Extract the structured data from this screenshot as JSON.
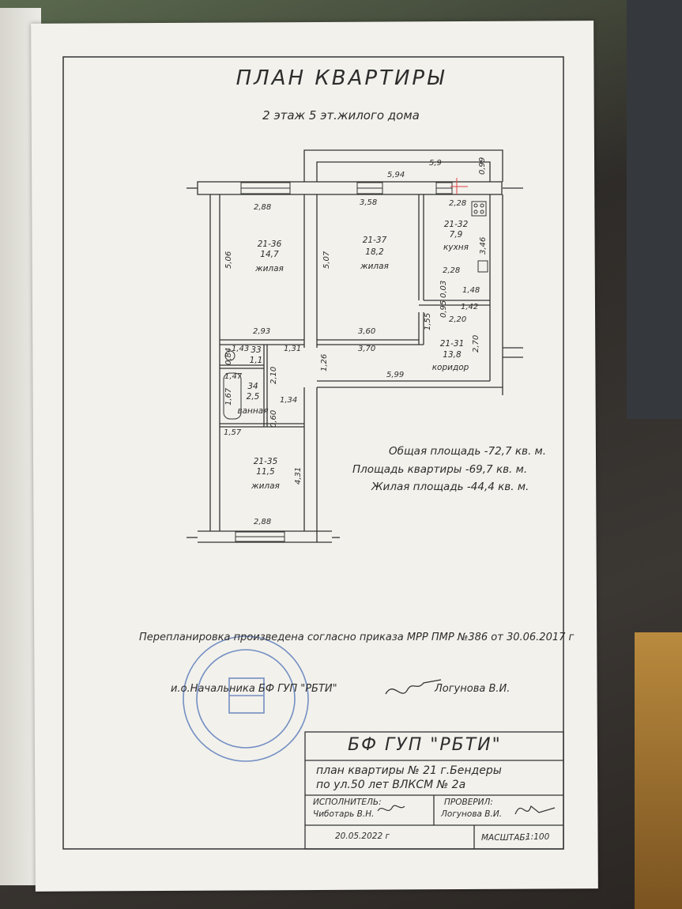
{
  "header": {
    "title": "ПЛАН   КВАРТИРЫ",
    "subtitle": "2 этаж  5 эт.жилого дома"
  },
  "rooms": {
    "r36": {
      "code": "21-36",
      "area": "14,7",
      "type": "жилая"
    },
    "r37": {
      "code": "21-37",
      "area": "18,2",
      "type": "жилая"
    },
    "r32": {
      "code": "21-32",
      "area": "7,9",
      "type": "кухня"
    },
    "r31": {
      "code": "21-31",
      "area": "13,8",
      "type": "коридор"
    },
    "r35": {
      "code": "21-35",
      "area": "11,5",
      "type": "жилая"
    },
    "r34": {
      "code": "34",
      "area": "2,5",
      "type": "ванная"
    },
    "r33": {
      "code": "33",
      "area": "1,1"
    }
  },
  "dimensions": {
    "d594": "5,94",
    "d59": "5,9",
    "d099": "0,99",
    "d288a": "2,88",
    "d358": "3,58",
    "d228a": "2,28",
    "d506": "5,06",
    "d507": "5,07",
    "d346": "3,46",
    "d228b": "2,28",
    "d148": "1,48",
    "d003": "0,03",
    "d142": "1,42",
    "d220": "2,20",
    "d095": "0,95",
    "d155": "1,55",
    "d293": "2,93",
    "d360": "3,60",
    "d270": "2,70",
    "d131": "1,31",
    "d370": "3,70",
    "d143": "1,43",
    "d084": "0,84",
    "d126": "1,26",
    "d210": "2,10",
    "d599": "5,99",
    "d147": "1,47",
    "d167": "1,67",
    "d134": "1,34",
    "d060": "0,60",
    "d157": "1,57",
    "d431": "4,31",
    "d288b": "2,88"
  },
  "areas": {
    "total": "Общая площадь -72,7 кв. м.",
    "apartment": "Площадь квартиры -69,7 кв. м.",
    "living": "Жилая площадь -44,4 кв. м."
  },
  "notes": {
    "replanning": "Перепланировка произведена согласно приказа МРР ПМР №386 от 30.06.2017 г",
    "chief": "и.о.Начальника БФ ГУП \"РБТИ\"",
    "chief_name": "Логунова В.И."
  },
  "title_block": {
    "org": "БФ ГУП \"РБТИ\"",
    "line1": "план квартиры № 21 г.Бендеры",
    "line2": "по ул.50 лет ВЛКСМ  № 2а",
    "executor_label": "ИСПОЛНИТЕЛЬ:",
    "executor_name": "Чиботарь В.Н.",
    "checked_label": "ПРОВЕРИЛ:",
    "checked_name": "Логунова В.И.",
    "date": "20.05.2022 г",
    "scale_label": "МАСШТАБ:",
    "scale_value": "1:100"
  },
  "colors": {
    "paper": "#f2f1ec",
    "ink": "#2d2d2d",
    "stamp": "#4a6fb5"
  }
}
